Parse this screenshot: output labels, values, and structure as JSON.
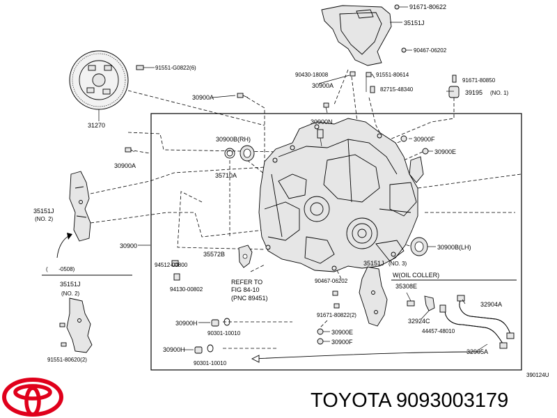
{
  "brand": {
    "logo_icon": "toyota-logo-icon",
    "logo_color": "#e0001b",
    "caption": "TOYOTA 9093003179"
  },
  "diagram_code": "390124U",
  "labels": {
    "c91671_80622": "91671-80622",
    "c35151J_top": "35151J",
    "c90467_06202_top": "90467-06202",
    "c91551_g0822": "91551-G0822(6)",
    "c90430_18008": "90430-18008",
    "c91551_80614": "91551-80614",
    "c30900A_center": "30900A",
    "c82715_48340": "82715-48340",
    "c91671_80850": "91671-80850",
    "c39195": "39195",
    "c39195_note": "(NO. 1)",
    "c30900A_left": "30900A",
    "c31270": "31270",
    "c30900N": "30900N",
    "c30900B_rh": "30900B(RH)",
    "c35710A": "35710A",
    "c30900A_bolt": "30900A",
    "c30900F_top": "30900F",
    "c30900E_top": "30900E",
    "c35151J_no2": "35151J",
    "c35151J_no2_note": "(NO. 2)",
    "c30900": "30900",
    "c35572B": "35572B",
    "c94512_00800": "94512-00800",
    "c94130_00802": "94130-00802",
    "refer_1": "REFER TO",
    "refer_2": "FIG 84-10",
    "refer_3": "(PNC 89451)",
    "c30900B_lh": "30900B(LH)",
    "c35151J_no3": "35151J",
    "c35151J_no3_note": "(NO. 3)",
    "c90467_06202_low": "90467-06202",
    "c91671_80822": "91671-80822(2)",
    "c30900E_low": "30900E",
    "c30900F_low": "30900F",
    "c30900H_1": "30900H",
    "c90301_10010_1": "90301-10010",
    "c30900H_2": "30900H",
    "c90301_10010_2": "90301-10010",
    "inset_range": "(       -0508)",
    "inset_35151J": "35151J",
    "inset_no2": "(NO. 2)",
    "inset_91551_80620": "91551-80620(2)",
    "oil_cooler_title": "W(OIL COLLER)",
    "c35308E": "35308E",
    "c32904A": "32904A",
    "c32924C": "32924C",
    "c44457_48010": "44457-48010",
    "c32905A": "32905A"
  }
}
